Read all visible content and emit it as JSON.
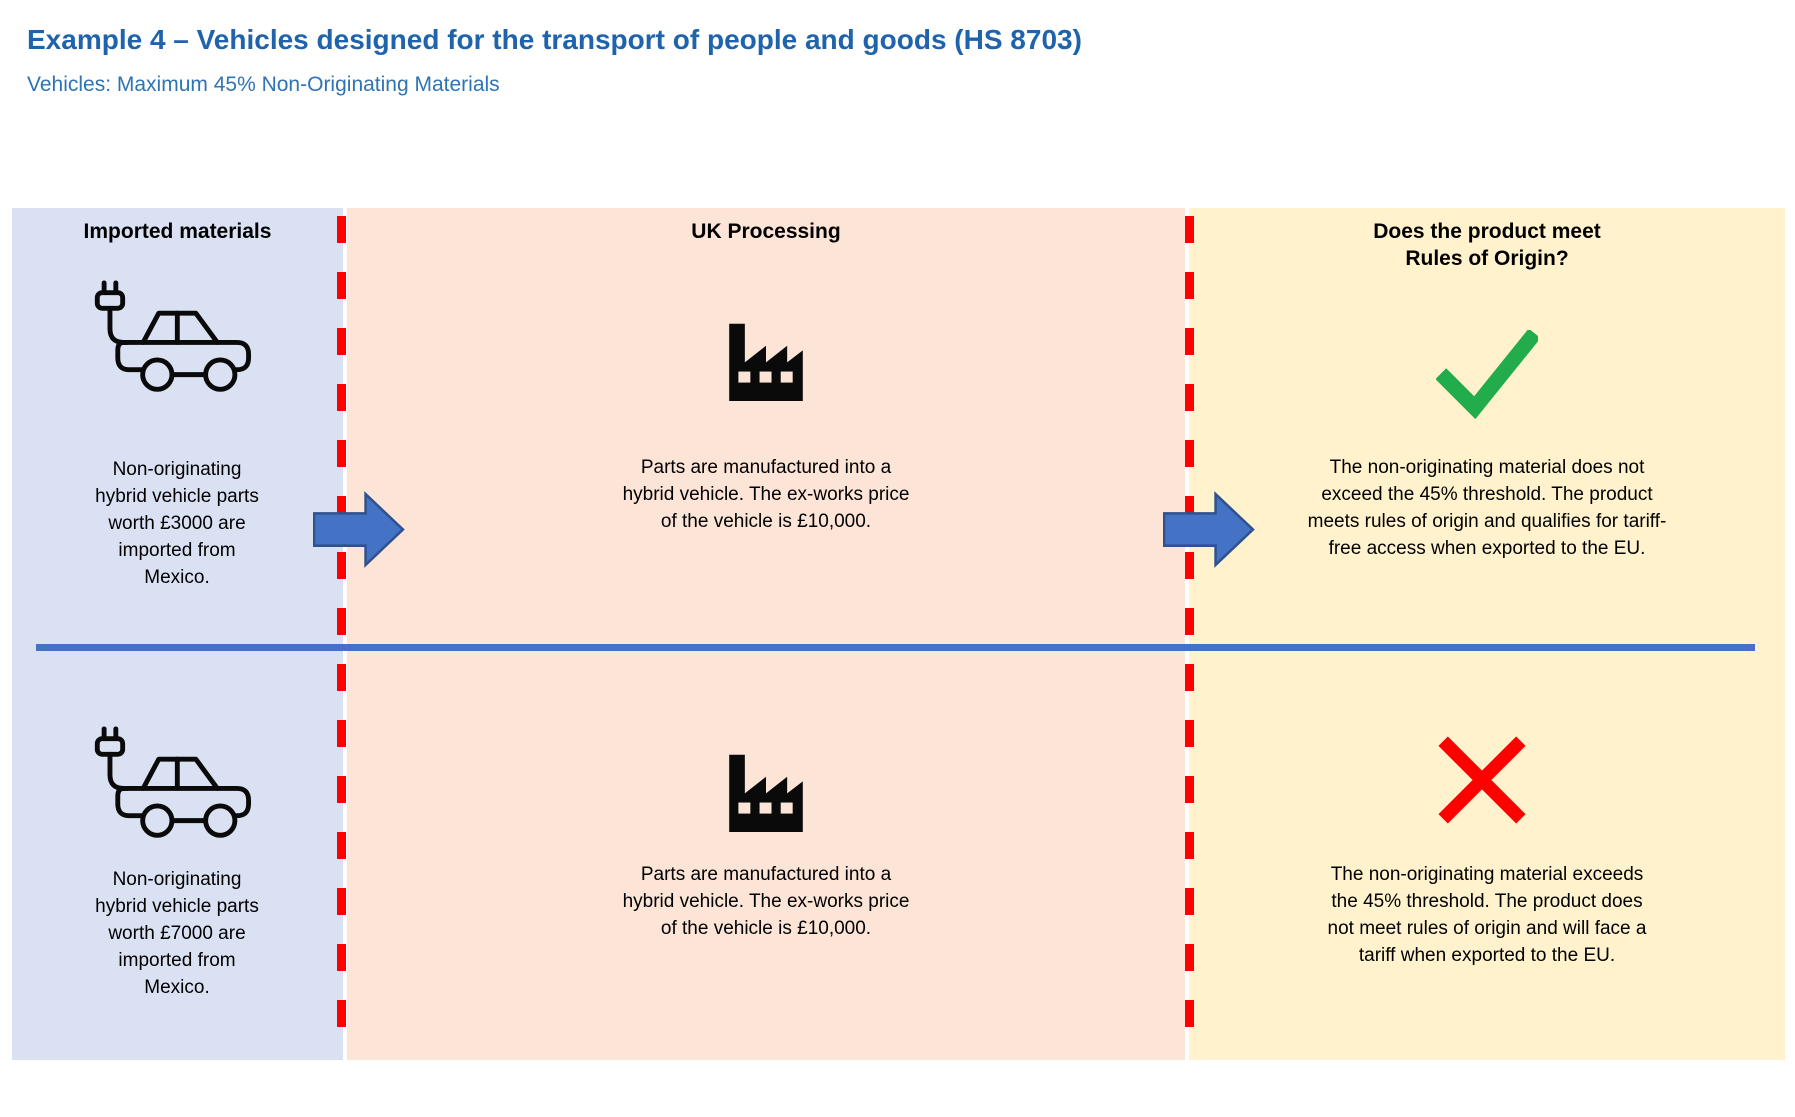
{
  "header": {
    "title": "Example 4 – Vehicles designed for the transport of people and goods (HS 8703)",
    "subtitle": "Vehicles: Maximum 45% Non-Originating Materials"
  },
  "columns": {
    "imported": {
      "header": "Imported materials"
    },
    "processing": {
      "header": "UK Processing"
    },
    "origin": {
      "header": "Does the product meet\nRules of Origin?"
    }
  },
  "rows": [
    {
      "imported_text": "Non-originating\nhybrid vehicle parts\nworth £3000 are\nimported from\nMexico.",
      "processing_text": "Parts are manufactured into a\nhybrid vehicle. The ex-works price\nof the vehicle is £10,000.",
      "origin_text": "The non-originating material does not\nexceed the 45% threshold. The product\nmeets rules of origin and qualifies for tariff-\nfree access when exported to the EU.",
      "outcome": "pass"
    },
    {
      "imported_text": "Non-originating\nhybrid vehicle parts\nworth £7000 are\nimported from\nMexico.",
      "processing_text": "Parts are manufactured into a\nhybrid vehicle. The ex-works price\nof the vehicle is £10,000.",
      "origin_text": "The non-originating material exceeds\nthe 45% threshold. The product does\nnot meet rules of origin and will face a\ntariff when exported to the EU.",
      "outcome": "fail"
    }
  ],
  "icons": {
    "imported": "electric-car-icon",
    "processing": "factory-icon",
    "pass": "check-icon",
    "fail": "cross-icon",
    "flow": "block-arrow-right-icon"
  },
  "colors": {
    "title_blue": "#1F63AC",
    "subtitle_blue": "#2E74B5",
    "panel_imported": "#D9E1F2",
    "panel_processing": "#FCE4D6",
    "panel_origin": "#FFF2CC",
    "divider_dash_red": "#FF0000",
    "row_divider_blue": "#4472C4",
    "arrow_fill": "#4472C4",
    "arrow_border": "#2F528F",
    "check_green": "#22AC4B",
    "cross_red": "#FF0000",
    "icon_black": "#0A0A0A"
  }
}
